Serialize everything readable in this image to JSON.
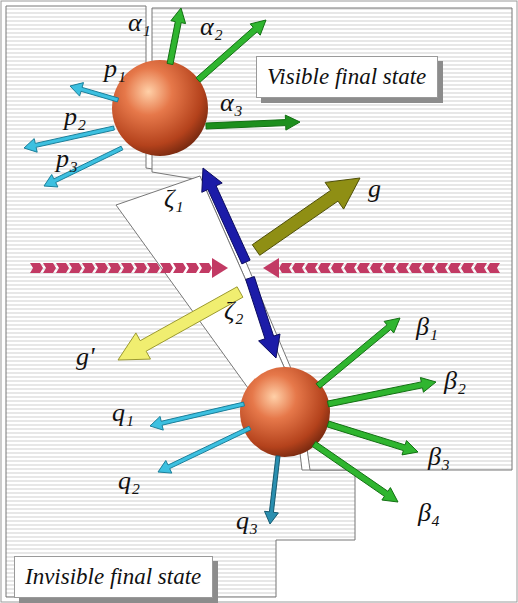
{
  "diagram": {
    "nodes": [
      {
        "text": [
          "Visible final state"
        ]
      },
      {
        "text": [
          "Invisible final state"
        ]
      }
    ],
    "labels": [
      "α₁",
      "α₂",
      "p₁",
      "p₂",
      "α₃",
      "p₃",
      "ζ₁",
      "g",
      "ζ₂",
      "g'",
      "β₁",
      "β₂",
      "q₁",
      "q₂",
      "β₃",
      "β₄",
      "q₃"
    ]
  }
}
